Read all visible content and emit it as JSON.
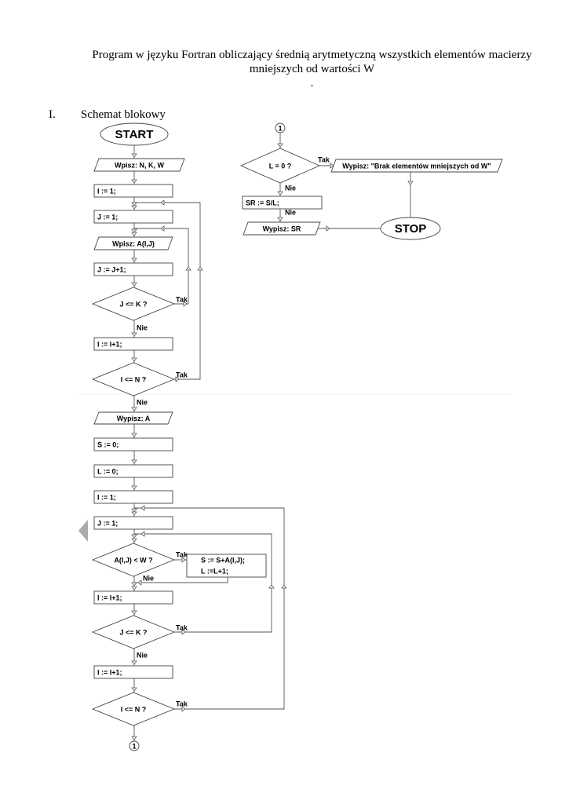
{
  "document": {
    "title_line1": "Program w języku Fortran obliczający średnią arytmetyczną wszystkich elementów macierzy",
    "title_line2": "mniejszych od wartości W",
    "title_line3": ".",
    "section_number": "I.",
    "section_title": "Schemat blokowy"
  },
  "flowchart": {
    "nodes": [
      {
        "id": "start",
        "type": "terminal",
        "label": "START"
      },
      {
        "id": "in1",
        "type": "io",
        "label": "Wpisz: N, K, W"
      },
      {
        "id": "p1",
        "type": "process",
        "label": "I := 1;"
      },
      {
        "id": "p2",
        "type": "process",
        "label": "J := 1;"
      },
      {
        "id": "in2",
        "type": "io",
        "label": "Wpisz: A(I,J)"
      },
      {
        "id": "p3",
        "type": "process",
        "label": "J := J+1;"
      },
      {
        "id": "d1",
        "type": "decision",
        "label": "J <= K ?"
      },
      {
        "id": "p4",
        "type": "process",
        "label": "I := I+1;"
      },
      {
        "id": "d2",
        "type": "decision",
        "label": "I <= N ?"
      },
      {
        "id": "out1",
        "type": "io",
        "label": "Wypisz: A"
      },
      {
        "id": "p5",
        "type": "process",
        "label": "S := 0;"
      },
      {
        "id": "p6",
        "type": "process",
        "label": "L := 0;"
      },
      {
        "id": "p7",
        "type": "process",
        "label": "I := 1;"
      },
      {
        "id": "p8",
        "type": "process",
        "label": "J := 1;"
      },
      {
        "id": "d3",
        "type": "decision",
        "label": "A(I,J) < W ?"
      },
      {
        "id": "p9",
        "type": "process",
        "label": "S := S+A(I,J);",
        "label2": "L :=L+1;"
      },
      {
        "id": "p10",
        "type": "process",
        "label": "I := I+1;"
      },
      {
        "id": "d4",
        "type": "decision",
        "label": "J <= K ?"
      },
      {
        "id": "p11",
        "type": "process",
        "label": "I := I+1;"
      },
      {
        "id": "d5",
        "type": "decision",
        "label": "I <= N ?"
      },
      {
        "id": "c1",
        "type": "connector",
        "label": "1"
      },
      {
        "id": "c2",
        "type": "connector",
        "label": "1"
      },
      {
        "id": "d6",
        "type": "decision",
        "label": "L = 0 ?"
      },
      {
        "id": "out2",
        "type": "io",
        "label": "Wypisz: \"Brak elementów mniejszych od W\""
      },
      {
        "id": "p12",
        "type": "process",
        "label": "SR := S/L;"
      },
      {
        "id": "out3",
        "type": "io",
        "label": "Wypisz: SR"
      },
      {
        "id": "stop",
        "type": "terminal",
        "label": "STOP"
      }
    ],
    "edge_labels": {
      "yes": "Tak",
      "no": "Nie"
    }
  }
}
